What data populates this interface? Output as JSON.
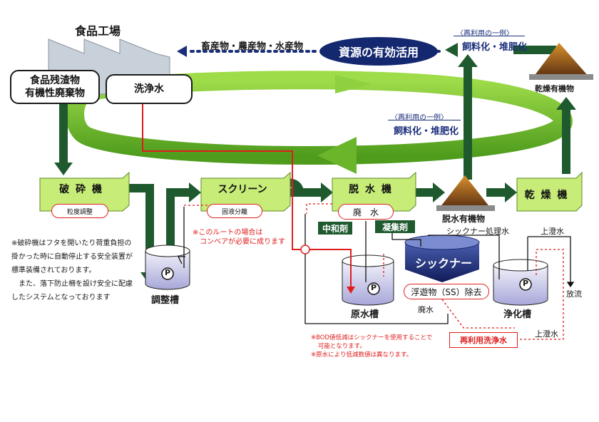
{
  "factory": {
    "title": "食品工場"
  },
  "sources": {
    "waste": [
      "食品残渣物",
      "有機性廃棄物"
    ],
    "wash": "洗浄水"
  },
  "resource": {
    "products": "畜産物・農産物・水産物",
    "title": "資源の有効活用"
  },
  "reuse_top": {
    "caption": "〈再利用の一例〉",
    "uses": "飼料化・堆肥化"
  },
  "reuse_mid": {
    "caption": "〈再利用の一例〉",
    "uses": "飼料化・堆肥化"
  },
  "dry_product": "乾燥有機物",
  "machines": {
    "crusher": {
      "label": "破 砕 機",
      "note": "粒度調整"
    },
    "screen": {
      "label": "スクリーン",
      "note": "固液分離"
    },
    "dewater": {
      "label": "脱 水 機",
      "note": "廃　水"
    },
    "dryer": {
      "label": "乾 燥 機"
    }
  },
  "dewatered_product": "脱水有機物",
  "chemicals": {
    "neutralizer": "中和剤",
    "coagulant": "凝集剤"
  },
  "thickener": {
    "label": "シックナー",
    "treated_water": "シックナー処理水",
    "removal": "浮遊物（SS）除去"
  },
  "tanks": {
    "adjust": "調整槽",
    "raw": "原水槽",
    "purify": "浄化槽",
    "pump": "P"
  },
  "flows": {
    "supernatant_1": "上澄水",
    "supernatant_2": "上澄水",
    "discharge": "放流",
    "waste_water": "廃水"
  },
  "reuse_water": "再利用洗浄水",
  "conveyor_note": [
    "※このルートの場合は",
    "コンベアが必要に成ります"
  ],
  "safety_note": [
    "※破砕機はフタを開いたり荷重負担の",
    "掛かった時に自動停止する安全装置が",
    "標準装備されております。",
    "また、落下防止柵を設け安全に配慮",
    "したシステムとなっております"
  ],
  "bod_note": [
    "※BOD値低減はシックナーを使用することで",
    "可能となります。",
    "※原水により低減数値は異なります。"
  ],
  "colors": {
    "dark_green": "#1f5a2f",
    "light_green": "#ccf07a",
    "accent_red": "#e01d1d",
    "navy": "#1a2e7a"
  }
}
